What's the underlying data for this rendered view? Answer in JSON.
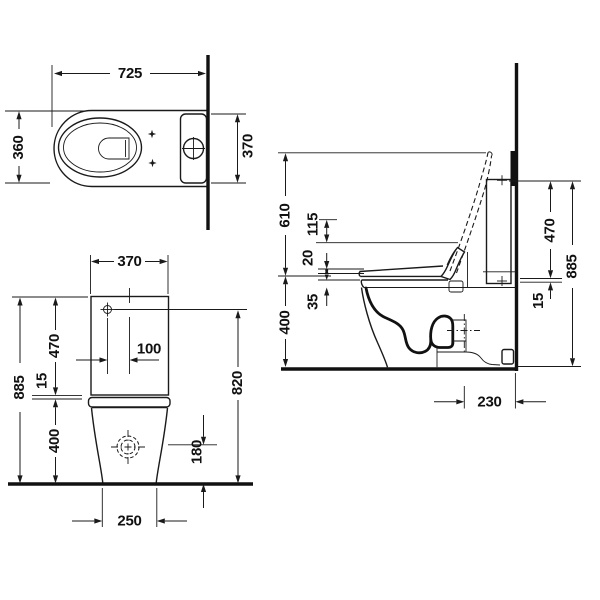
{
  "background": "#ffffff",
  "ink": "#1a1a1a",
  "drawing_type": "sanitary ceramic technical dimension drawing (three orthographic views)",
  "views": {
    "top": {
      "name": "top-view",
      "dims": {
        "overall_depth": "725",
        "bowl_width": "360",
        "tank_width_right": "370"
      }
    },
    "front": {
      "name": "front-view",
      "dims": {
        "tank_width": "370",
        "supply_offset_from_center": "100",
        "total_height": "885",
        "tank_section_height": "470",
        "seat_gap": "15",
        "bowl_section_height": "400",
        "supply_height": "820",
        "outlet_height": "180",
        "base_width": "250"
      }
    },
    "side": {
      "name": "side-view",
      "dims": {
        "open_lid_height": "610",
        "lid_segment": "115",
        "seat_thickness": "20",
        "rim_band": "35",
        "bowl_section_height": "400",
        "tank_section_height": "470",
        "seat_gap": "15",
        "total_height": "885",
        "outlet_wall_distance": "230"
      }
    }
  }
}
